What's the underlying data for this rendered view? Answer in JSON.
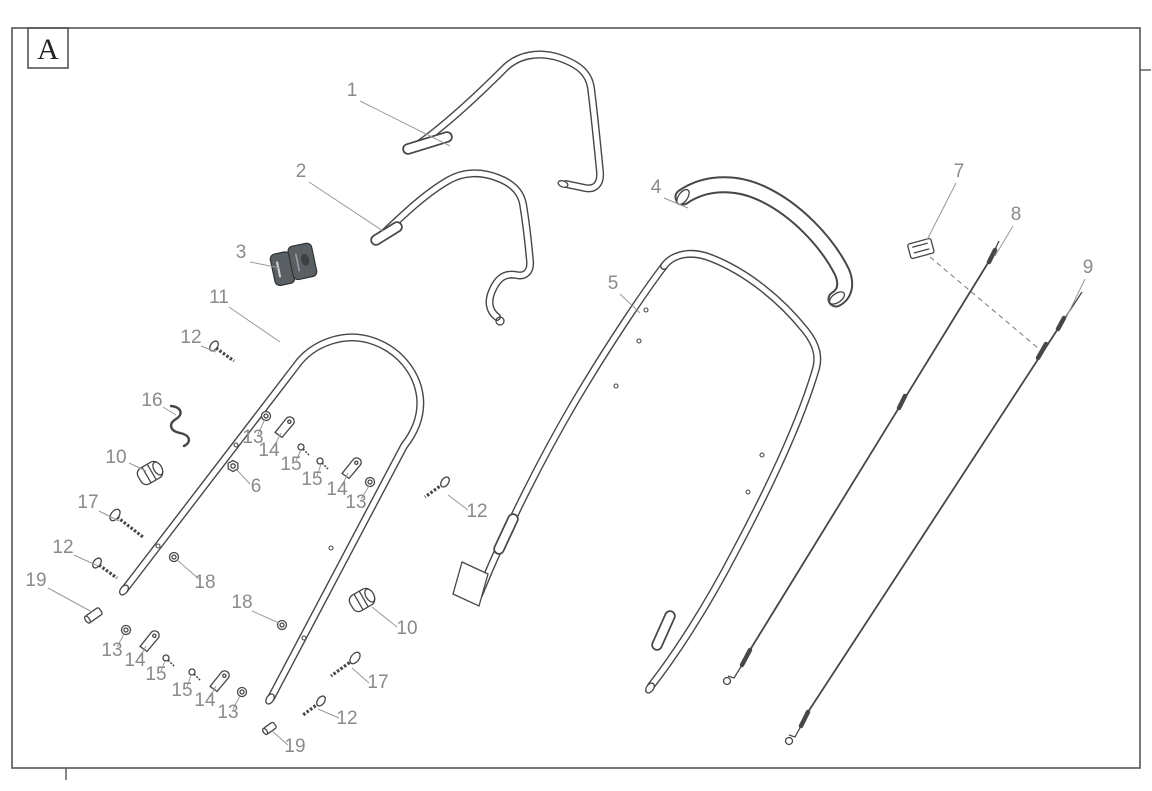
{
  "colors": {
    "background": "#ffffff",
    "line_art": "#474747",
    "frame": "#555555",
    "leader_line": "#9a9a9a",
    "callout_text": "#8a8a8a",
    "zone_label_text": "#222222"
  },
  "diagram": {
    "zone_label": "A",
    "callouts": [
      {
        "n": "1",
        "t": [
          352,
          96
        ],
        "l": [
          360,
          101,
          450,
          146
        ]
      },
      {
        "n": "2",
        "t": [
          301,
          177
        ],
        "l": [
          309,
          182,
          383,
          231
        ]
      },
      {
        "n": "3",
        "t": [
          241,
          258
        ],
        "l": [
          250,
          262,
          280,
          268
        ]
      },
      {
        "n": "4",
        "t": [
          656,
          193
        ],
        "l": [
          664,
          198,
          688,
          208
        ]
      },
      {
        "n": "5",
        "t": [
          613,
          289
        ],
        "l": [
          620,
          294,
          640,
          313
        ]
      },
      {
        "n": "6",
        "t": [
          256,
          492
        ],
        "l": [
          250,
          484,
          237,
          470
        ]
      },
      {
        "n": "7",
        "t": [
          959,
          177
        ],
        "l": [
          956,
          183,
          927,
          240
        ]
      },
      {
        "n": "8",
        "t": [
          1016,
          220
        ],
        "l": [
          1013,
          226,
          995,
          256
        ]
      },
      {
        "n": "9",
        "t": [
          1088,
          273
        ],
        "l": [
          1085,
          279,
          1066,
          318
        ]
      },
      {
        "n": "10",
        "t": [
          116,
          463
        ],
        "l": [
          129,
          463,
          146,
          471
        ]
      },
      {
        "n": "10",
        "t": [
          407,
          634
        ],
        "l": [
          397,
          627,
          372,
          607
        ]
      },
      {
        "n": "11",
        "t": [
          219,
          303
        ],
        "l": [
          229,
          307,
          280,
          342
        ]
      },
      {
        "n": "12",
        "t": [
          191,
          343
        ],
        "l": [
          201,
          346,
          216,
          352
        ]
      },
      {
        "n": "12",
        "t": [
          477,
          517
        ],
        "l": [
          468,
          510,
          448,
          495
        ]
      },
      {
        "n": "12",
        "t": [
          63,
          553
        ],
        "l": [
          74,
          555,
          98,
          566
        ]
      },
      {
        "n": "12",
        "t": [
          347,
          724
        ],
        "l": [
          339,
          718,
          318,
          709
        ]
      },
      {
        "n": "13",
        "t": [
          253,
          443
        ],
        "l": [
          258,
          434,
          265,
          419
        ]
      },
      {
        "n": "13",
        "t": [
          356,
          508
        ],
        "l": [
          361,
          499,
          369,
          486
        ]
      },
      {
        "n": "13",
        "t": [
          112,
          656
        ],
        "l": [
          117,
          647,
          124,
          634
        ]
      },
      {
        "n": "13",
        "t": [
          228,
          718
        ],
        "l": [
          233,
          709,
          240,
          696
        ]
      },
      {
        "n": "14",
        "t": [
          269,
          456
        ],
        "l": [
          274,
          447,
          281,
          433
        ]
      },
      {
        "n": "14",
        "t": [
          337,
          495
        ],
        "l": [
          342,
          486,
          348,
          473
        ]
      },
      {
        "n": "14",
        "t": [
          135,
          666
        ],
        "l": [
          140,
          657,
          146,
          646
        ]
      },
      {
        "n": "14",
        "t": [
          205,
          706
        ],
        "l": [
          210,
          697,
          216,
          686
        ]
      },
      {
        "n": "15",
        "t": [
          291,
          470
        ],
        "l": [
          296,
          461,
          301,
          450
        ]
      },
      {
        "n": "15",
        "t": [
          312,
          485
        ],
        "l": [
          317,
          476,
          321,
          464
        ]
      },
      {
        "n": "15",
        "t": [
          156,
          680
        ],
        "l": [
          161,
          671,
          165,
          661
        ]
      },
      {
        "n": "15",
        "t": [
          182,
          696
        ],
        "l": [
          187,
          687,
          191,
          675
        ]
      },
      {
        "n": "16",
        "t": [
          152,
          406
        ],
        "l": [
          163,
          407,
          176,
          415
        ]
      },
      {
        "n": "17",
        "t": [
          88,
          508
        ],
        "l": [
          99,
          511,
          119,
          521
        ]
      },
      {
        "n": "17",
        "t": [
          378,
          688
        ],
        "l": [
          369,
          683,
          352,
          668
        ]
      },
      {
        "n": "18",
        "t": [
          205,
          588
        ],
        "l": [
          199,
          579,
          177,
          560
        ]
      },
      {
        "n": "18",
        "t": [
          242,
          608
        ],
        "l": [
          252,
          611,
          279,
          623
        ]
      },
      {
        "n": "19",
        "t": [
          36,
          586
        ],
        "l": [
          48,
          588,
          92,
          612
        ]
      },
      {
        "n": "19",
        "t": [
          295,
          752
        ],
        "l": [
          288,
          745,
          272,
          731
        ]
      }
    ]
  }
}
